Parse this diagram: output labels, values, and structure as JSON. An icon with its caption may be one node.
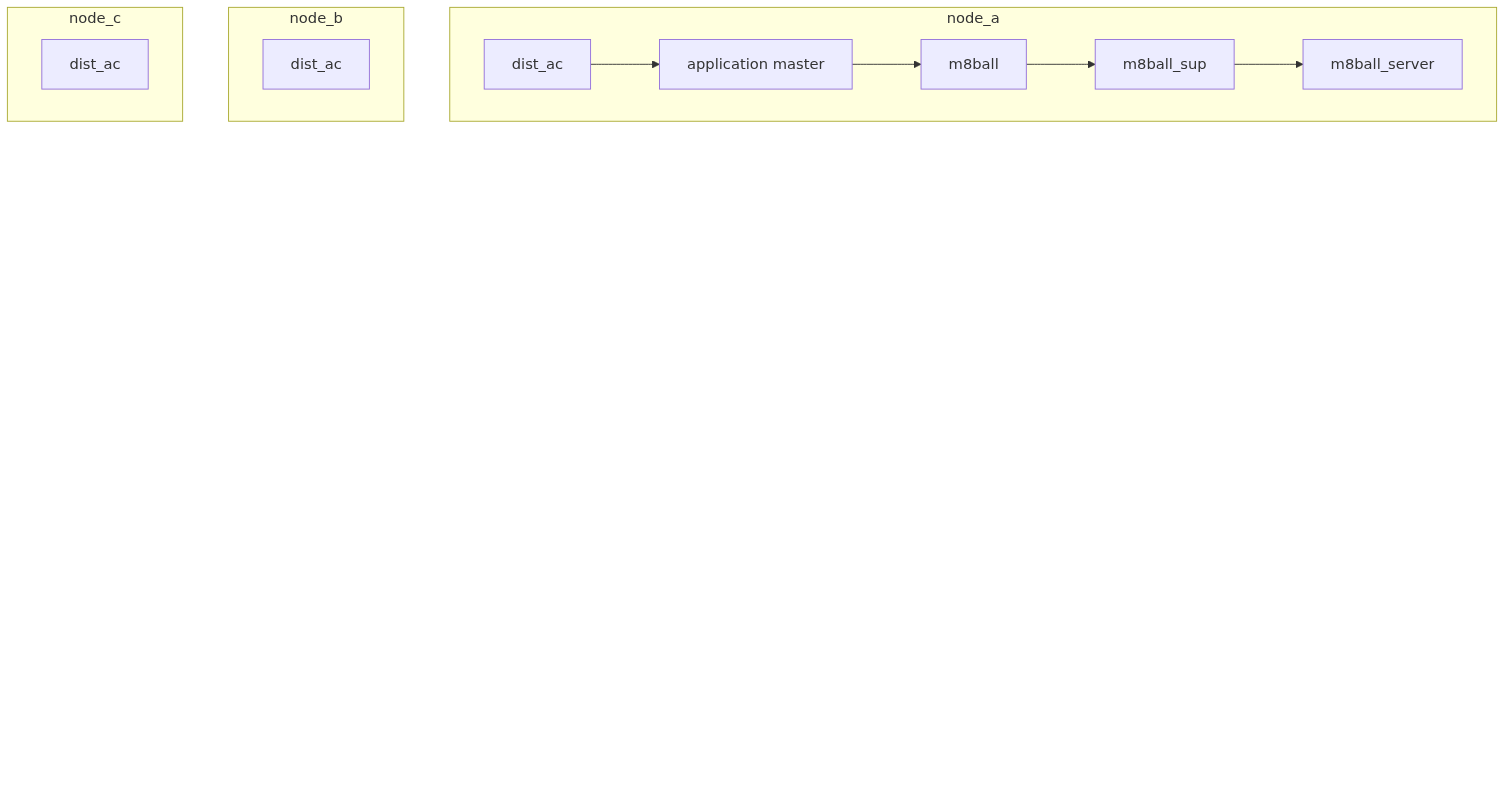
{
  "diagram": {
    "nodes": [
      {
        "text": [
          "node_a"
        ]
      },
      {
        "text": [
          "dist_ac"
        ],
        "in": 0
      },
      {
        "text": [
          "application master"
        ],
        "in": 0
      },
      {
        "text": [
          "m8ball"
        ],
        "in": 0
      },
      {
        "text": [
          "m8ball_sup"
        ],
        "in": 0
      },
      {
        "text": [
          "m8ball_server"
        ],
        "in": 0
      },
      {
        "text": [
          "node_b"
        ]
      },
      {
        "text": [
          "dist_ac"
        ],
        "in": 6
      },
      {
        "text": [
          "node_c"
        ]
      },
      {
        "text": [
          "dist_ac"
        ],
        "in": 8
      }
    ],
    "edges": [
      {
        "from": 1,
        "to": 2,
        "arrow": "to"
      },
      {
        "from": 2,
        "to": 3,
        "arrow": "to"
      },
      {
        "from": 3,
        "to": 4,
        "arrow": "to"
      },
      {
        "from": 4,
        "to": 5,
        "arrow": "to"
      }
    ]
  }
}
